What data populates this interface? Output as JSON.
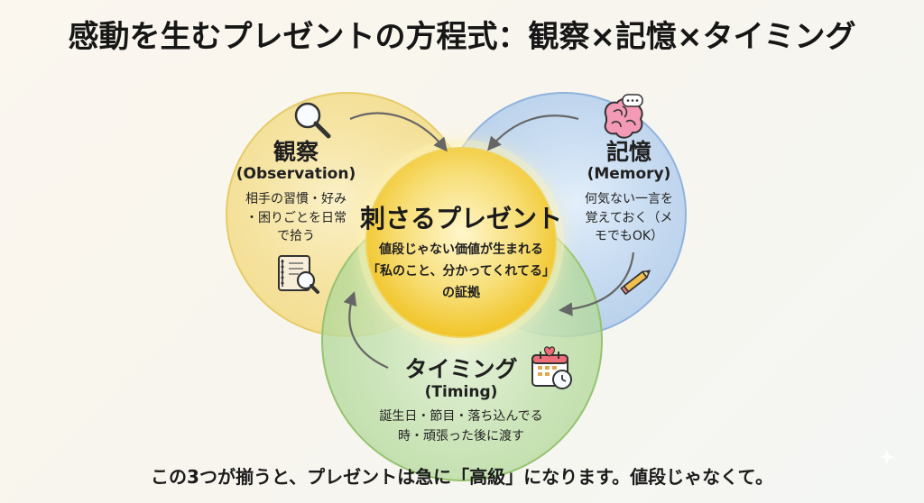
{
  "title": "感動を生むプレゼントの方程式：観察×記憶×タイミング",
  "observation": {
    "heading": "観察",
    "subheading": "(Observation)",
    "lines": [
      "相手の習慣・好み",
      "・困りごとを日常",
      "で拾う"
    ]
  },
  "memory": {
    "heading": "記憶",
    "subheading": "(Memory)",
    "lines": [
      "何気ない一言を",
      "覚えておく（メ",
      "モでもOK）"
    ]
  },
  "timing": {
    "heading": "タイミング",
    "subheading": "(Timing)",
    "lines": [
      "誕生日・節目・落ち込んでる",
      "時・頑張った後に渡す"
    ]
  },
  "center": {
    "heading": "刺さるプレゼント",
    "lines": [
      "値段じゃない価値が生まれる",
      "「私のこと、分かってくれてる」",
      "の証拠"
    ]
  },
  "footer": "この3つが揃うと、プレゼントは急に「高級」になります。値段じゃなくて。",
  "colors": {
    "observation": "#f0d36a",
    "memory": "#9fc1e8",
    "timing": "#a8d38c",
    "center": "#f2c41f"
  },
  "icons": [
    "magnifier-icon",
    "brain-speech-icon",
    "notebook-magnifier-icon",
    "pencil-icon",
    "calendar-clock-icon"
  ]
}
